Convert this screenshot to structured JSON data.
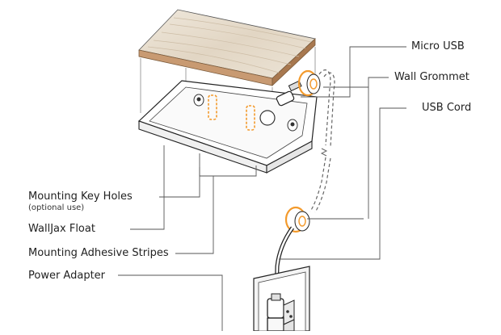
{
  "labels": {
    "micro_usb": "Micro USB",
    "wall_grommet": "Wall Grommet",
    "usb_cord": "USB Cord",
    "mounting_key_holes": "Mounting Key Holes",
    "optional_use": "(optional use)",
    "walljax_float": "WallJax Float",
    "mounting_adhesive_stripes": "Mounting Adhesive Stripes",
    "power_adapter": "Power Adapter"
  },
  "colors": {
    "accent": "#f39a2c",
    "line": "#333333",
    "wood": "#e9e1d3",
    "wood_edge": "#b98a63",
    "tray": "#ffffff",
    "plate": "#f2f2f2"
  }
}
